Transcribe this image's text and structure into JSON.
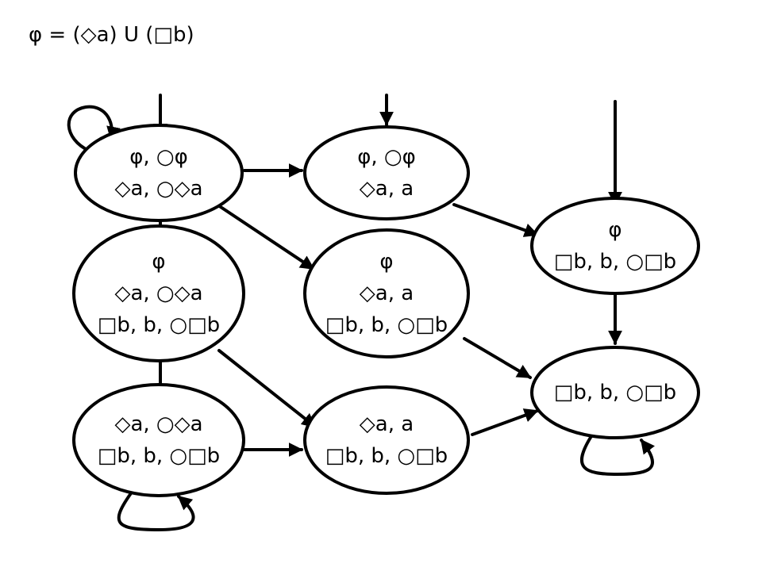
{
  "formula": "φ  =  (◇a) U (□b)",
  "nodes": [
    {
      "id": "n1",
      "lines": [
        "φ,  ○φ",
        "◇a, ○◇a"
      ]
    },
    {
      "id": "n2",
      "lines": [
        "φ,  ○φ",
        "◇a, a"
      ]
    },
    {
      "id": "n3",
      "lines": [
        "φ",
        "□b, b, ○□b"
      ]
    },
    {
      "id": "n4",
      "lines": [
        "φ",
        "◇a, ○◇a",
        "□b, b, ○□b"
      ]
    },
    {
      "id": "n5",
      "lines": [
        "φ",
        "◇a, a",
        "□b, b, ○□b"
      ]
    },
    {
      "id": "n6",
      "lines": [
        "□b, b, ○□b"
      ]
    },
    {
      "id": "n7",
      "lines": [
        "◇a, ○◇a",
        "□b, b, ○□b"
      ]
    },
    {
      "id": "n8",
      "lines": [
        "◇a, a",
        "□b, b, ○□b"
      ]
    }
  ],
  "initial": [
    "n1",
    "n2",
    "n3"
  ],
  "edges": [
    {
      "from": "n1",
      "to": "n1"
    },
    {
      "from": "n1",
      "to": "n2"
    },
    {
      "from": "n1",
      "to": "n4"
    },
    {
      "from": "n1",
      "to": "n5"
    },
    {
      "from": "n2",
      "to": "n3"
    },
    {
      "from": "n3",
      "to": "n6"
    },
    {
      "from": "n4",
      "to": "n7"
    },
    {
      "from": "n4",
      "to": "n8"
    },
    {
      "from": "n5",
      "to": "n6"
    },
    {
      "from": "n7",
      "to": "n8"
    },
    {
      "from": "n8",
      "to": "n6"
    },
    {
      "from": "n7",
      "to": "n7"
    },
    {
      "from": "n6",
      "to": "n6"
    }
  ]
}
